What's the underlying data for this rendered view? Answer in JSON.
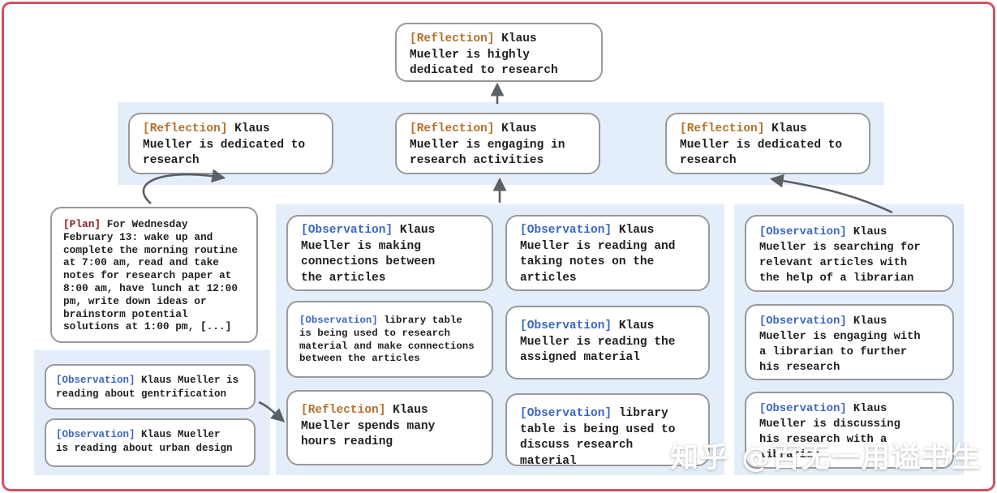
{
  "colors": {
    "border_red": "#d5515e",
    "band": "#e4eefa",
    "box_border": "#999999",
    "reflection_tag": "#b5702c",
    "observation_tag": "#3b66c4",
    "plan_tag": "#8f1d1d",
    "arrow": "#5a6066"
  },
  "watermark": "知乎 @百无一用谥书生",
  "nodes": {
    "root": {
      "tag": "[Reflection]",
      "text": "Klaus\nMueller is highly\ndedicated to research"
    },
    "l2_left": {
      "tag": "[Reflection]",
      "text": "Klaus\nMueller is dedicated to\nresearch"
    },
    "l2_mid": {
      "tag": "[Reflection]",
      "text": "Klaus\nMueller is engaging in\nresearch activities"
    },
    "l2_right": {
      "tag": "[Reflection]",
      "text": "Klaus\nMueller is dedicated to\nresearch"
    },
    "plan": {
      "tag": "[Plan]",
      "text": "For Wednesday\nFebruary 13: wake up and\ncomplete the morning routine\nat 7:00 am, read and take\nnotes for research paper at\n8:00 am, have lunch at 12:00\npm, write down ideas or\nbrainstorm potential\nsolutions at 1:00 pm, [...]"
    },
    "obs_gentrification": {
      "tag": "[Observation]",
      "text": "Klaus Mueller is\nreading about gentrification"
    },
    "obs_urban_design": {
      "tag": "[Observation]",
      "text": "Klaus Mueller\nis reading about urban design"
    },
    "obs_connections": {
      "tag": "[Observation]",
      "text": "Klaus\nMueller is making\nconnections between\nthe articles"
    },
    "obs_library_research": {
      "tag": "[Observation]",
      "text": "library table\nis being used to research\nmaterial and make connections\nbetween the articles"
    },
    "refl_hours_reading": {
      "tag": "[Reflection]",
      "text": "Klaus\nMueller spends many\nhours reading"
    },
    "obs_taking_notes": {
      "tag": "[Observation]",
      "text": "Klaus\nMueller is reading and\ntaking notes on the\narticles"
    },
    "obs_assigned_material": {
      "tag": "[Observation]",
      "text": "Klaus\nMueller is reading the\nassigned material"
    },
    "obs_library_discuss": {
      "tag": "[Observation]",
      "text": "library\ntable is being used to\ndiscuss research material"
    },
    "obs_searching_articles": {
      "tag": "[Observation]",
      "text": "Klaus\nMueller is searching for\nrelevant articles with\nthe help of a librarian"
    },
    "obs_engaging_librarian": {
      "tag": "[Observation]",
      "text": "Klaus\nMueller is engaging with\na librarian to further\nhis research"
    },
    "obs_discussing_research": {
      "tag": "[Observation]",
      "text": "Klaus\nMueller is discussing\nhis research with a\nlibrarian"
    }
  }
}
